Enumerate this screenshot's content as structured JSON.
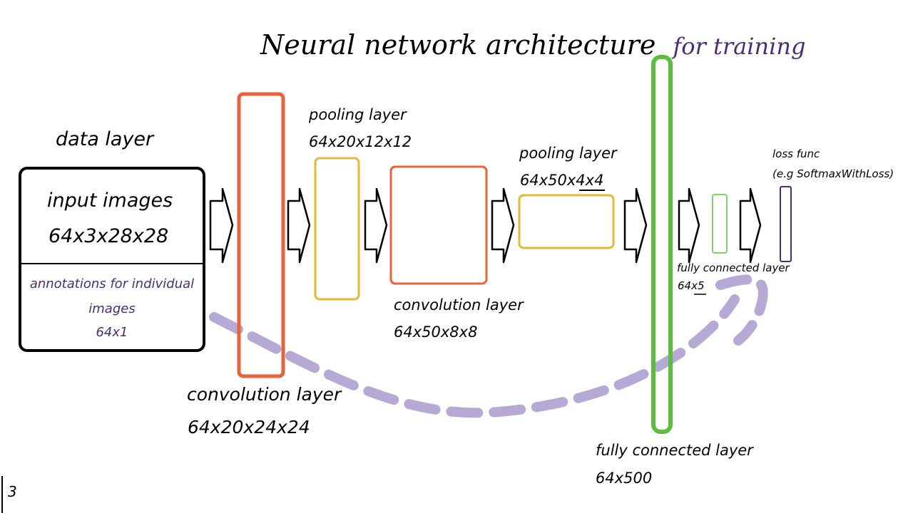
{
  "title": {
    "main": "Neural network architecture",
    "accent": "for training"
  },
  "data_layer": {
    "heading": "data layer",
    "input_label": "input images",
    "input_dims": "64x3x28x28",
    "annotation_line1": "annotations for individual",
    "annotation_line2": "images",
    "annotation_dims": "64x1"
  },
  "conv1": {
    "label": "convolution layer",
    "dims": "64x20x24x24"
  },
  "pool1": {
    "label": "pooling layer",
    "dims": "64x20x12x12"
  },
  "conv2": {
    "label": "convolution layer",
    "dims": "64x50x8x8"
  },
  "pool2": {
    "label": "pooling layer",
    "dims": "64x50x4x4"
  },
  "fc1": {
    "label": "fully connected layer",
    "dims": "64x500"
  },
  "fc2": {
    "label": "fully connected layer",
    "dims": "64x5"
  },
  "loss": {
    "label_line1": "loss func",
    "label_line2": "(e.g SoftmaxWithLoss)"
  },
  "page_number": "3",
  "colors": {
    "ink": "#000000",
    "conv": "#e8623a",
    "pool": "#e3b93a",
    "fc1": "#5bbd3a",
    "fc2": "#7fd168",
    "loss": "#4a2d7a",
    "accent_text": "#4a2d7a",
    "skip_arrow": "#b7a9d6"
  }
}
